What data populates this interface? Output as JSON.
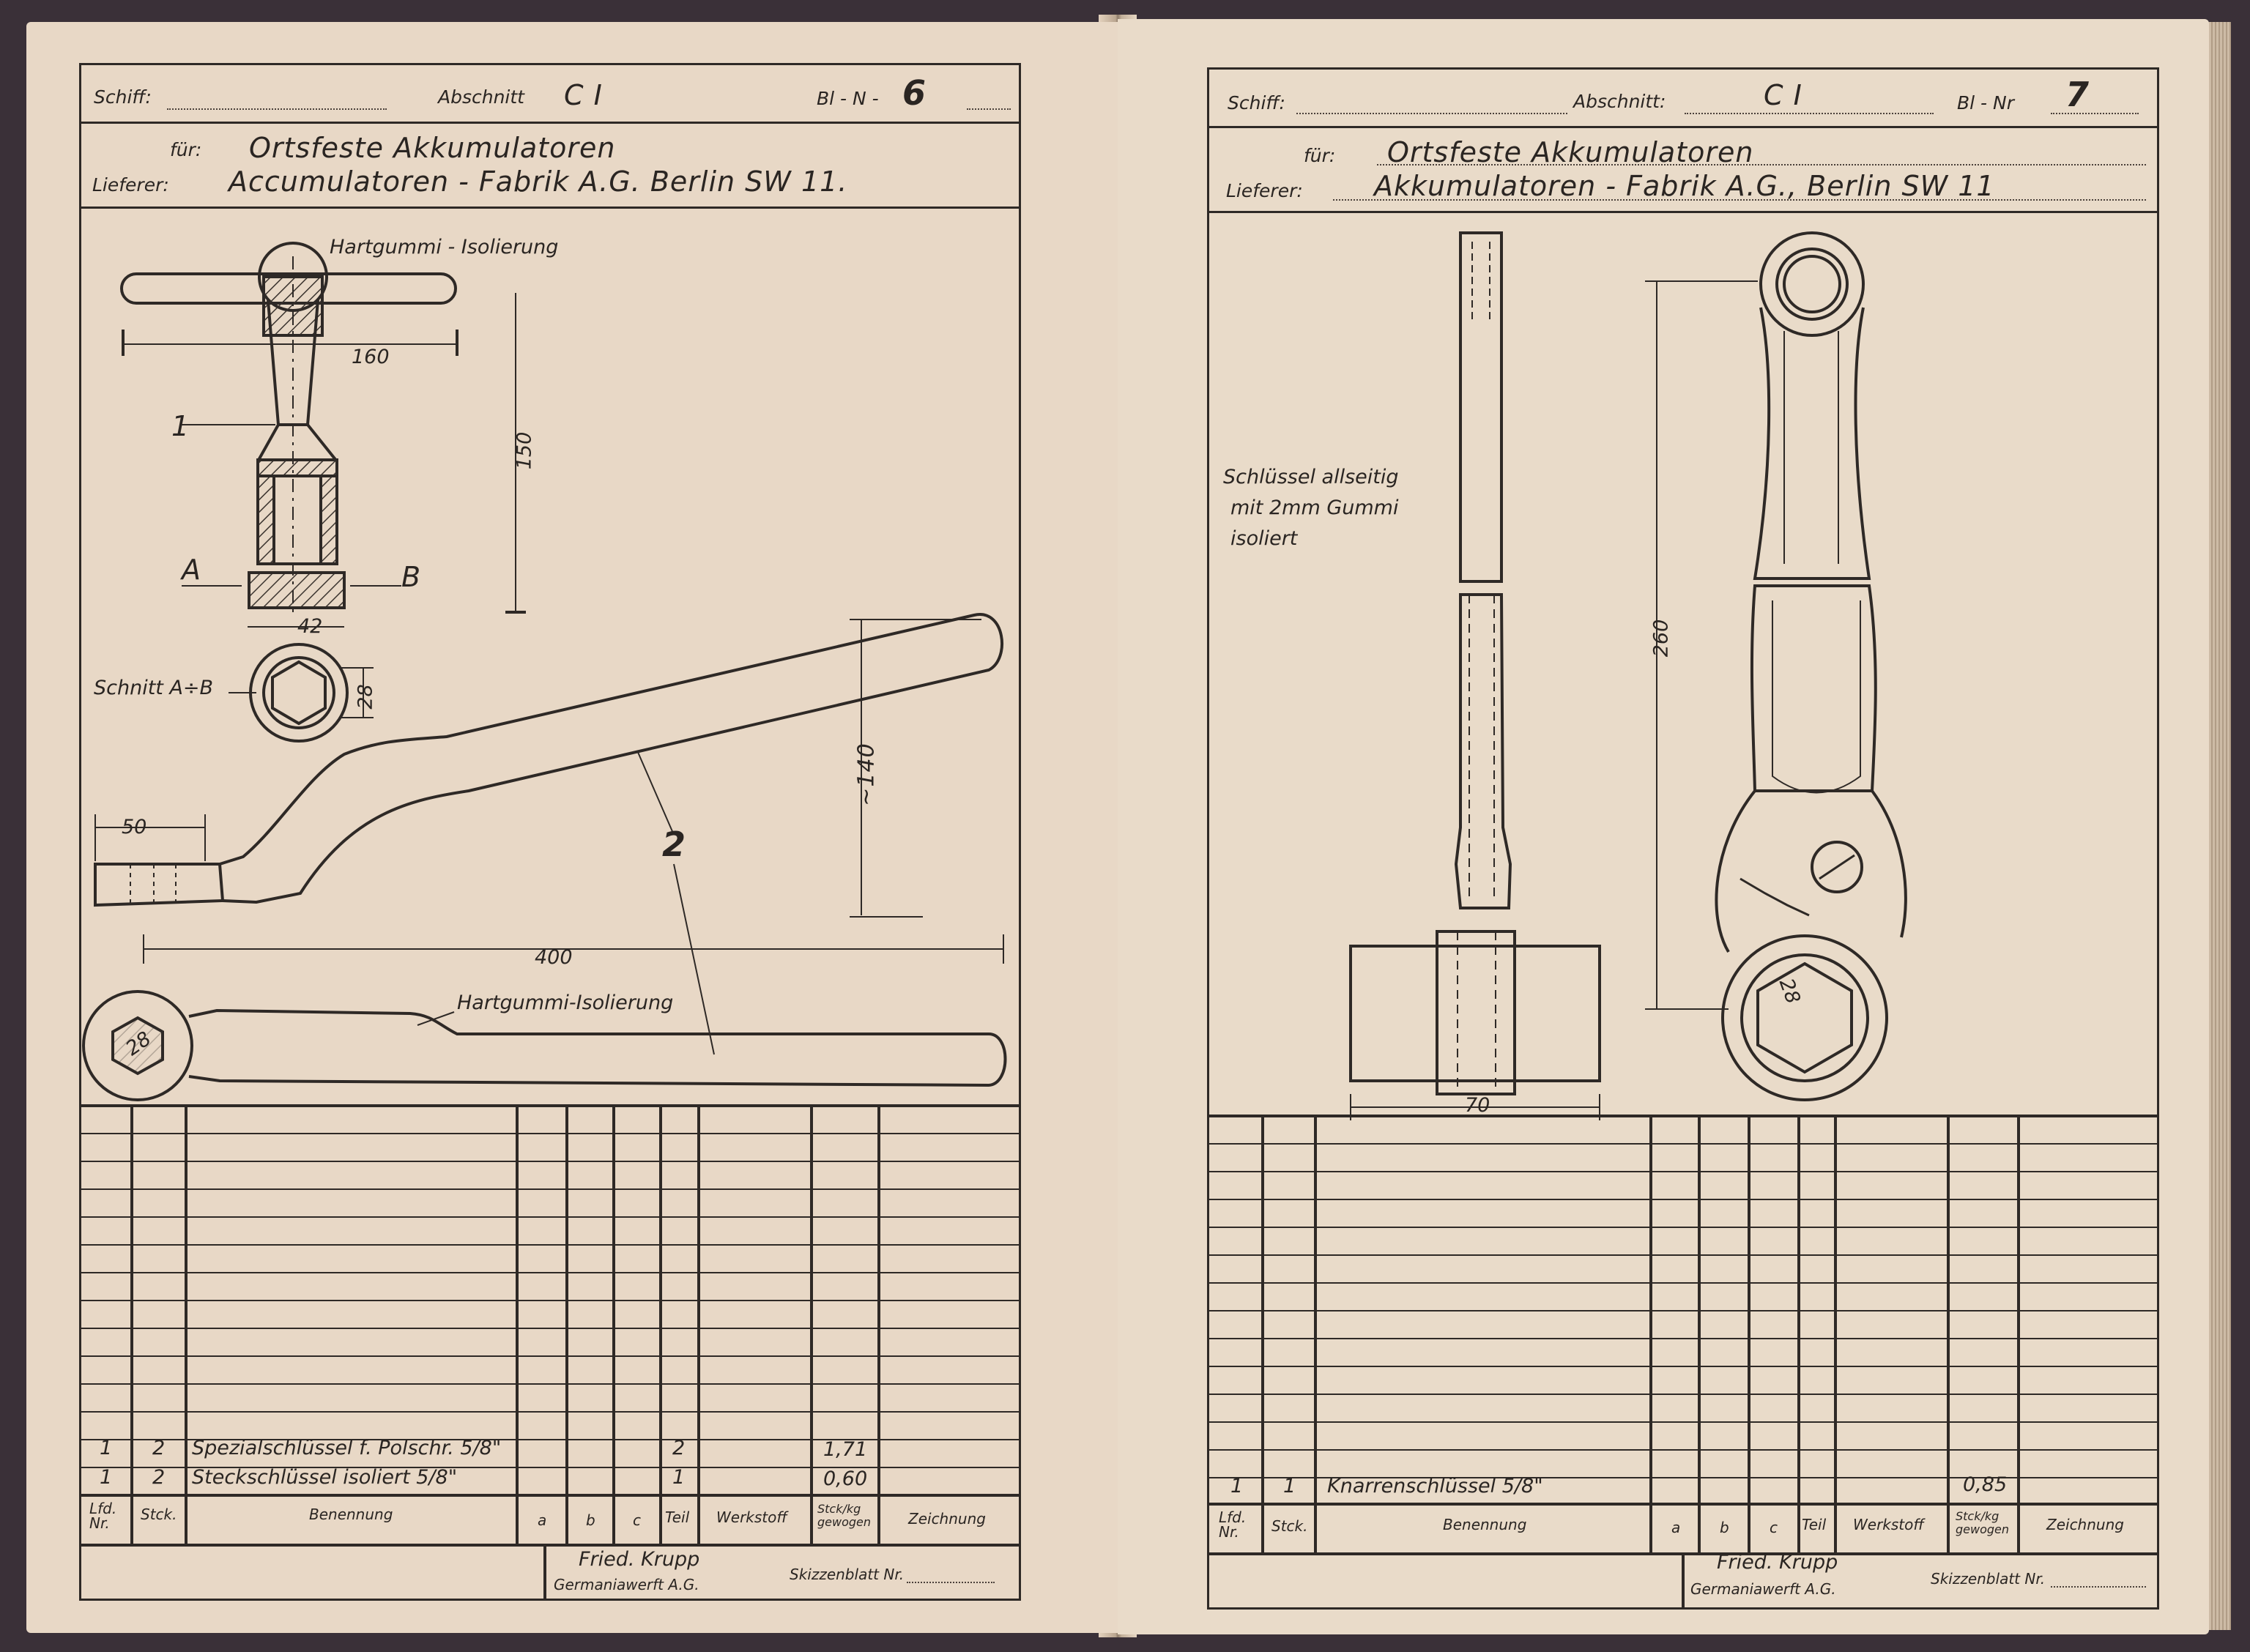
{
  "left": {
    "header": {
      "schiff_label": "Schiff:",
      "abschnitt_label": "Abschnitt",
      "abschnitt_value": "C I",
      "blatt_label": "Bl - N -",
      "blatt_value": "6",
      "fuer_label": "für:",
      "fuer_value": "Ortsfeste Akkumulatoren",
      "lieferer_label": "Lieferer:",
      "lieferer_value": "Accumulatoren - Fabrik A.G. Berlin SW 11."
    },
    "drawing": {
      "label_hartgummi_top": "Hartgummi - Isolierung",
      "dim_160": "160",
      "dim_150": "150",
      "part_1": "1",
      "section_a": "A",
      "section_b": "B",
      "dim_42": "42",
      "schnitt": "Schnitt A÷B",
      "dim_28a": "28",
      "dim_140": "~140",
      "dim_50": "50",
      "part_2": "2",
      "dim_400": "400",
      "label_hartgummi_bottom": "Hartgummi-Isolierung",
      "dim_28b": "28"
    },
    "rows": [
      {
        "nr": "1",
        "stck": "2",
        "benennung": "Spezialschlüssel f. Polschr. 5/8\"",
        "teil": "2",
        "gewicht": "1,71"
      },
      {
        "nr": "1",
        "stck": "2",
        "benennung": "Steckschlüssel isoliert 5/8\"",
        "teil": "1",
        "gewicht": "0,60"
      }
    ],
    "footer": {
      "company": "Fried. Krupp",
      "yard": "Germaniawerft A.G.",
      "skizzen": "Skizzenblatt Nr."
    }
  },
  "right": {
    "header": {
      "schiff_label": "Schiff:",
      "abschnitt_label": "Abschnitt:",
      "abschnitt_value": "C I",
      "blatt_label": "Bl - Nr",
      "blatt_value": "7",
      "fuer_label": "für:",
      "fuer_value": "Ortsfeste Akkumulatoren",
      "lieferer_label": "Lieferer:",
      "lieferer_value": "Akkumulatoren - Fabrik A.G., Berlin SW 11"
    },
    "drawing": {
      "note_line1": "Schlüssel allseitig",
      "note_line2": "mit 2mm Gummi",
      "note_line3": "isoliert",
      "dim_260": "260",
      "dim_28": "28",
      "dim_70": "70"
    },
    "rows": [
      {
        "nr": "1",
        "stck": "1",
        "benennung": "Knarrenschlüssel 5/8\"",
        "teil": "",
        "gewicht": "0,85"
      }
    ],
    "footer": {
      "company": "Fried. Krupp",
      "yard": "Germaniawerft A.G.",
      "skizzen": "Skizzenblatt Nr."
    }
  },
  "columns": {
    "nr": "Lfd. Nr.",
    "stck": "Stck.",
    "benennung": "Benennung",
    "a": "a",
    "b": "b",
    "c": "c",
    "teil": "Teil",
    "werkstoff": "Werkstoff",
    "gewicht": "Stck/kg gewogen",
    "zeichnung": "Zeichnung"
  }
}
